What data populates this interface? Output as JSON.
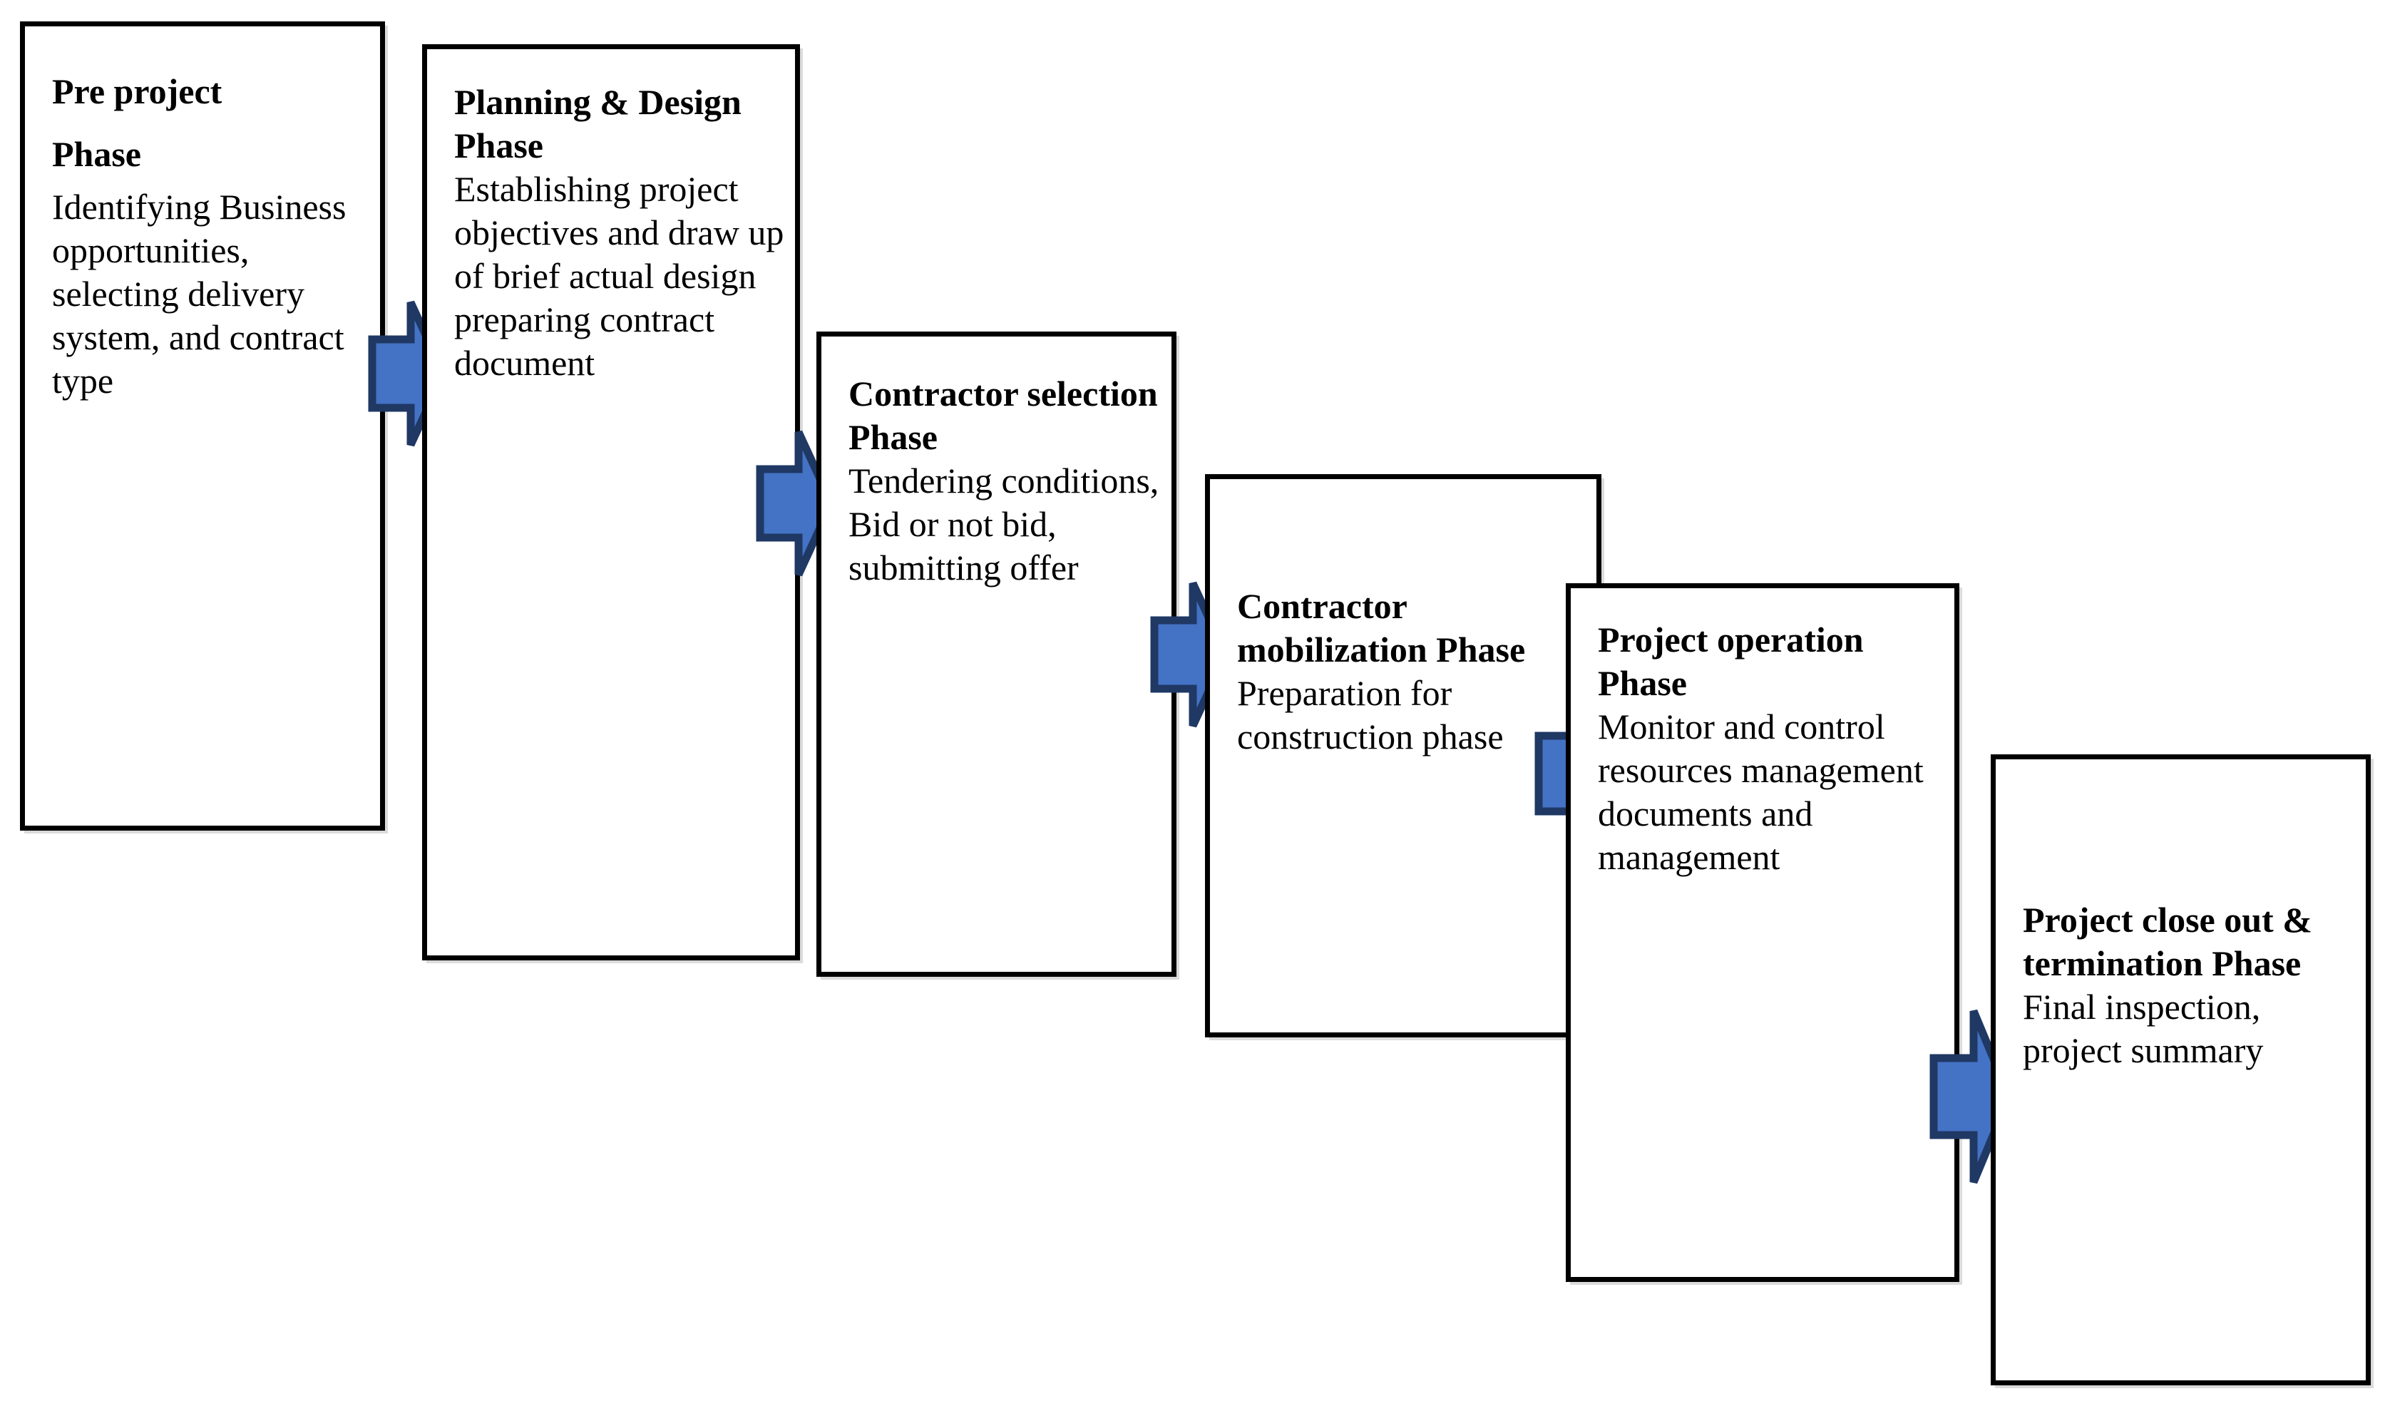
{
  "diagram": {
    "type": "process-flow",
    "title_present": false,
    "orientation": "left-to-right descending staircase",
    "colors": {
      "box_border": "#000000",
      "box_fill": "#FFFFFF",
      "arrow_fill": "#4472C4",
      "arrow_outline": "#1F3864",
      "text": "#000000",
      "page_background": "#FFFFFF"
    },
    "arrow_count": 5,
    "arrow_glyph": "right-block-arrow"
  },
  "phases": [
    {
      "id": "pre-project",
      "index": 1,
      "title": "Pre project\nPhase",
      "title_spaced": true,
      "description": "Identifying Business opportunities, selecting delivery system, and contract type"
    },
    {
      "id": "planning-design",
      "index": 2,
      "title": "Planning & Design Phase",
      "title_spaced": false,
      "description": "Establishing project objectives and draw up of brief actual design preparing contract document"
    },
    {
      "id": "contractor-selection",
      "index": 3,
      "title": "Contractor selection Phase",
      "title_spaced": false,
      "description": "Tendering conditions, Bid or not bid, submitting offer"
    },
    {
      "id": "contractor-mobilization",
      "index": 4,
      "title": "Contractor mobilization Phase",
      "title_spaced": false,
      "description": "Preparation for construction phase"
    },
    {
      "id": "project-operation",
      "index": 5,
      "title": "Project operation Phase",
      "title_spaced": false,
      "description": "Monitor and control resources management documents and management"
    },
    {
      "id": "project-close-out",
      "index": 6,
      "title": "Project close out & termination Phase",
      "title_spaced": false,
      "description": "Final inspection, project summary"
    }
  ],
  "connectors": [
    {
      "id": "arrow-1",
      "from": "pre-project",
      "to": "planning-design"
    },
    {
      "id": "arrow-2",
      "from": "planning-design",
      "to": "contractor-selection"
    },
    {
      "id": "arrow-3",
      "from": "contractor-selection",
      "to": "contractor-mobilization"
    },
    {
      "id": "arrow-4",
      "from": "contractor-mobilization",
      "to": "project-operation"
    },
    {
      "id": "arrow-5",
      "from": "project-operation",
      "to": "project-close-out"
    }
  ]
}
